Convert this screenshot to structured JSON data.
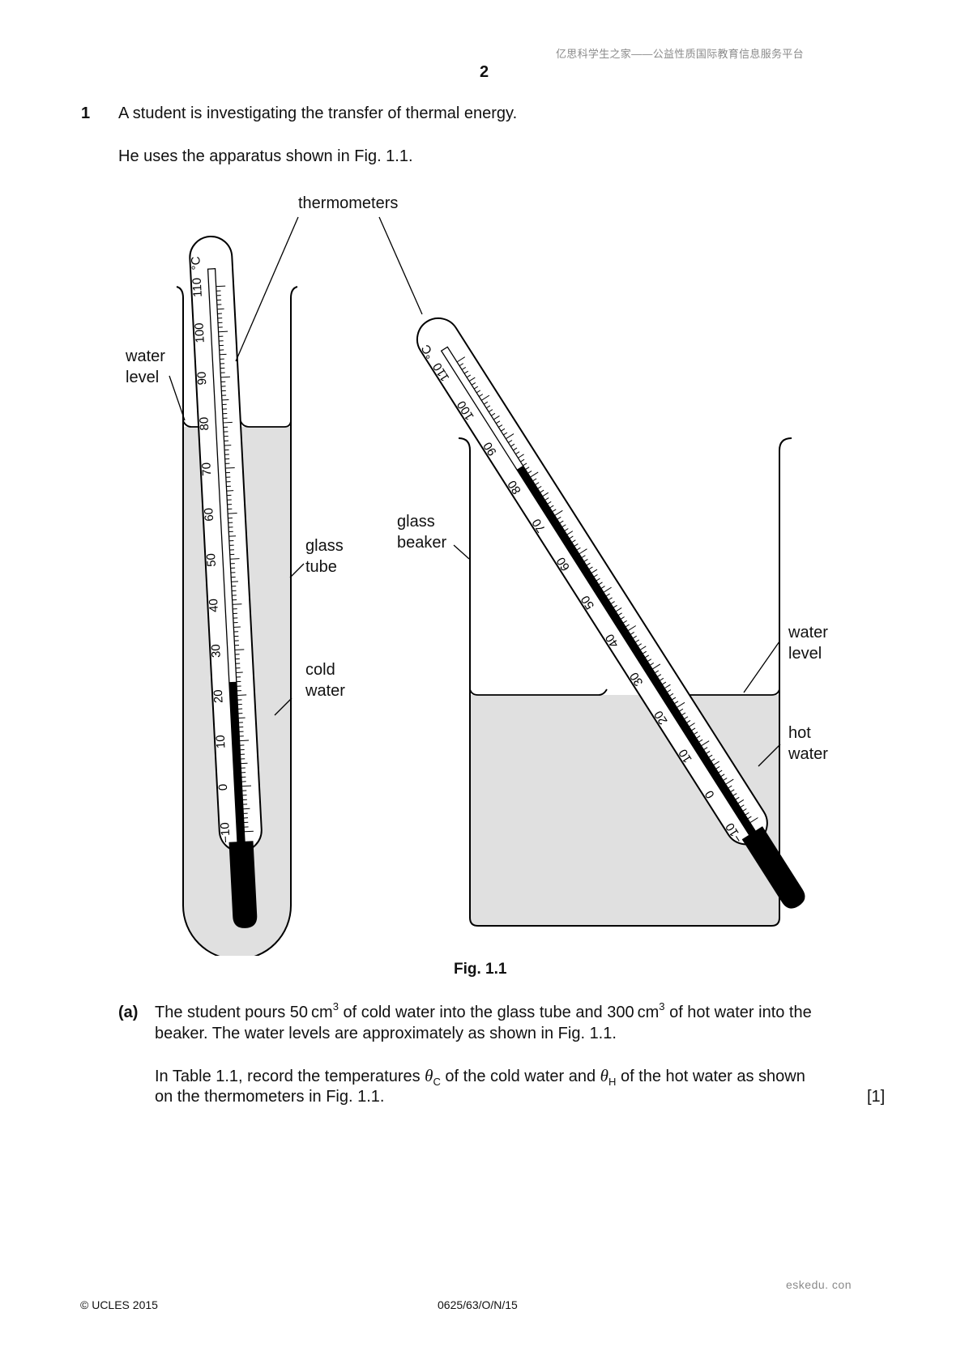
{
  "header": {
    "watermark": "亿思科学生之家——公益性质国际教育信息服务平台",
    "page_number": "2"
  },
  "question": {
    "number": "1",
    "intro_1": "A student is investigating the transfer of thermal energy.",
    "intro_2": "He uses the apparatus shown in Fig. 1.1."
  },
  "figure": {
    "labels": {
      "thermometers": "thermometers",
      "water_level_left_1": "water",
      "water_level_left_2": "level",
      "glass_tube_1": "glass",
      "glass_tube_2": "tube",
      "cold_water_1": "cold",
      "cold_water_2": "water",
      "glass_beaker_1": "glass",
      "glass_beaker_2": "beaker",
      "water_level_right_1": "water",
      "water_level_right_2": "level",
      "hot_water_1": "hot",
      "hot_water_2": "water"
    },
    "unit": "°C",
    "scale_labels": [
      "−10",
      "0",
      "10",
      "20",
      "30",
      "40",
      "50",
      "60",
      "70",
      "80",
      "90",
      "100",
      "110"
    ],
    "scale_min": -10,
    "scale_max": 110,
    "cold_thermometer_reading": 23,
    "hot_thermometer_reading": 83,
    "caption": "Fig. 1.1"
  },
  "part_a": {
    "label": "(a)",
    "line1_a": "The student pours 50 cm",
    "line1_sup1": "3",
    "line1_b": " of cold water into the glass tube and 300 cm",
    "line1_sup2": "3",
    "line1_c": " of hot water into the",
    "line2": "beaker. The water levels are approximately as shown in Fig. 1.1.",
    "line3_a": "In Table 1.1, record the temperatures ",
    "theta": "θ",
    "sub_c": "C",
    "line3_b": " of the cold water and ",
    "sub_h": "H",
    "line3_c": " of the hot water as shown",
    "line4": "on the thermometers in Fig. 1.1.",
    "marks": "[1]"
  },
  "footer": {
    "watermark": "eskedu. con",
    "copyright": "© UCLES 2015",
    "code": "0625/63/O/N/15"
  }
}
